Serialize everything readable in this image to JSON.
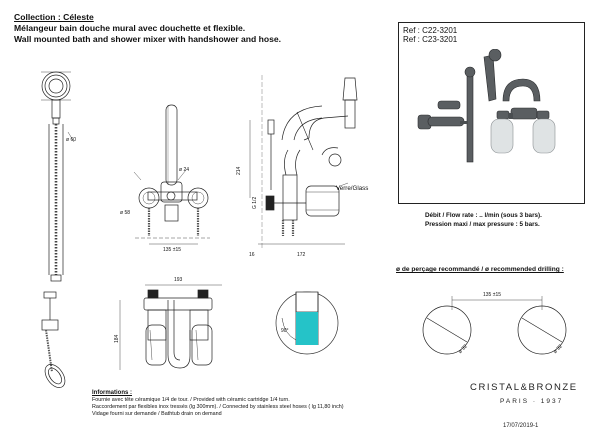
{
  "header": {
    "collection": "Collection : Céleste",
    "title_fr": "Mélangeur bain douche mural avec douchette et flexible.",
    "title_en": "Wall mounted bath and shower mixer with handshower and hose."
  },
  "refs": [
    "Ref : C22-3201",
    "Ref : C23-3201"
  ],
  "specs": {
    "flow_rate": "Débit / Flow rate : .. l/min (sous  3 bars).",
    "pressure": "Pression maxi / max pressure : 5 bars."
  },
  "drilling": {
    "title": "ø de perçage recommandé / ø recommended drilling :",
    "spacing": "135 ±15",
    "hole_diameter": "ø 32"
  },
  "dimensions": {
    "handshower_dia": "ø 60",
    "spout_dia": "ø 24",
    "handle_dia": "ø 58",
    "centers": "135 ±15",
    "height": "214",
    "thread": "G 1/2",
    "wall_offset": "16",
    "projection": "172",
    "width": "193",
    "depth": "184",
    "handle_angle": "90°",
    "glass_label": "Verre/Glass"
  },
  "info": {
    "title": "Informations :",
    "lines": [
      "Fournie avec tête céramique 1/4 de tour. / Provided with céramic cartridge 1/4 turn.",
      "Raccordement par flexibles inox tressés (lg 300mm). / Connected by stainless steel hoses ( lg 11,80 inch)",
      "Vidage fourni sur demande  / Bathtub drain on demand"
    ]
  },
  "brand": {
    "name": "CRISTAL&BRONZE",
    "subline": "PARIS · 1937"
  },
  "date": "17/07/2019-1",
  "colors": {
    "line": "#222222",
    "accent": "#25c3c8",
    "metal": "#55595c",
    "glass": "#dfe3e4"
  }
}
